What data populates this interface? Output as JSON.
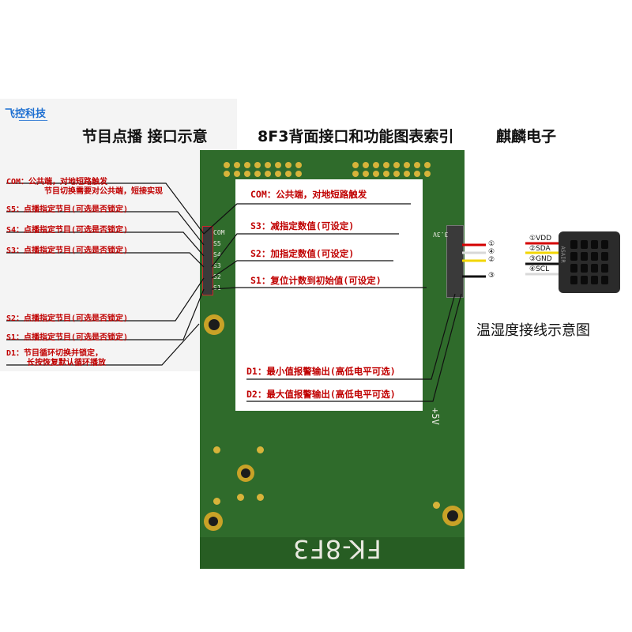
{
  "logo": {
    "text": "飞控科技"
  },
  "title": {
    "part1": "节目点播 接口示意",
    "part2": "8F3背面接口和功能图表索引",
    "part3": "麒麟电子"
  },
  "left_labels": {
    "com_line1": "COM：公共端，对地短路触发",
    "com_line2": "节目切换需要对公共端，短接实现",
    "s5": "S5：点播指定节目(可选是否锁定)",
    "s4": "S4：点播指定节目(可选是否锁定)",
    "s3": "S3：点播指定节目(可选是否锁定)",
    "s2": "S2：点播指定节目(可选是否锁定)",
    "s1": "S1：点播指定节目(可选是否锁定)",
    "d1_line1": "D1：节目循环切换并锁定，",
    "d1_line2": "长按恢复默认循环播放"
  },
  "box_labels": {
    "com": "COM：公共端，对地短路触发",
    "s3": "S3：减指定数值(可设定)",
    "s2": "S2：加指定数值(可设定)",
    "s1": "S1：复位计数到初始值(可设定)",
    "d1": "D1：最小值报警输出(高低电平可选)",
    "d2": "D2：最大值报警输出(高低电平可选)"
  },
  "board": {
    "name": "FK-8F3",
    "voltage_top": "3.3V",
    "voltage_bottom": "+5V",
    "left_header": [
      "COM",
      "S5",
      "S4",
      "S3",
      "S2",
      "S1"
    ]
  },
  "sensor": {
    "brand": "ASAIR",
    "pins": [
      "①VDD",
      "②SDA",
      "③GND",
      "④SCL"
    ],
    "wire_numbers": [
      "①",
      "④",
      "②",
      "③"
    ],
    "wire_colors": [
      "#d40000",
      "#d8d8d8",
      "#f2d600",
      "#111111"
    ]
  },
  "wiring_caption": "温湿度接线示意图"
}
